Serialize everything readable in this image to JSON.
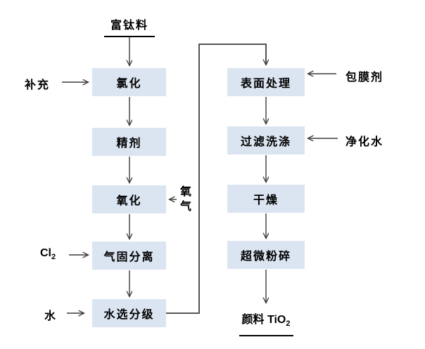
{
  "diagram": {
    "title": "富钛料",
    "left_steps": [
      "氯化",
      "精剂",
      "氧化",
      "气固分离",
      "水选分级"
    ],
    "right_steps": [
      "表面处理",
      "过滤洗涤",
      "干燥",
      "超微粉碎"
    ],
    "inputs": {
      "supplement": "补充",
      "oxygen_line1": "氧",
      "oxygen_line2": "气",
      "chlorine_base": "Cl",
      "chlorine_sub": "2",
      "water": "水",
      "coating_agent": "包膜剂",
      "purified_water": "净化水"
    },
    "product": {
      "prefix": "颜料 TiO",
      "sub": "2"
    },
    "colors": {
      "box_fill": "#dbe5f1",
      "line": "#3a3a3a",
      "text": "#000000"
    }
  }
}
